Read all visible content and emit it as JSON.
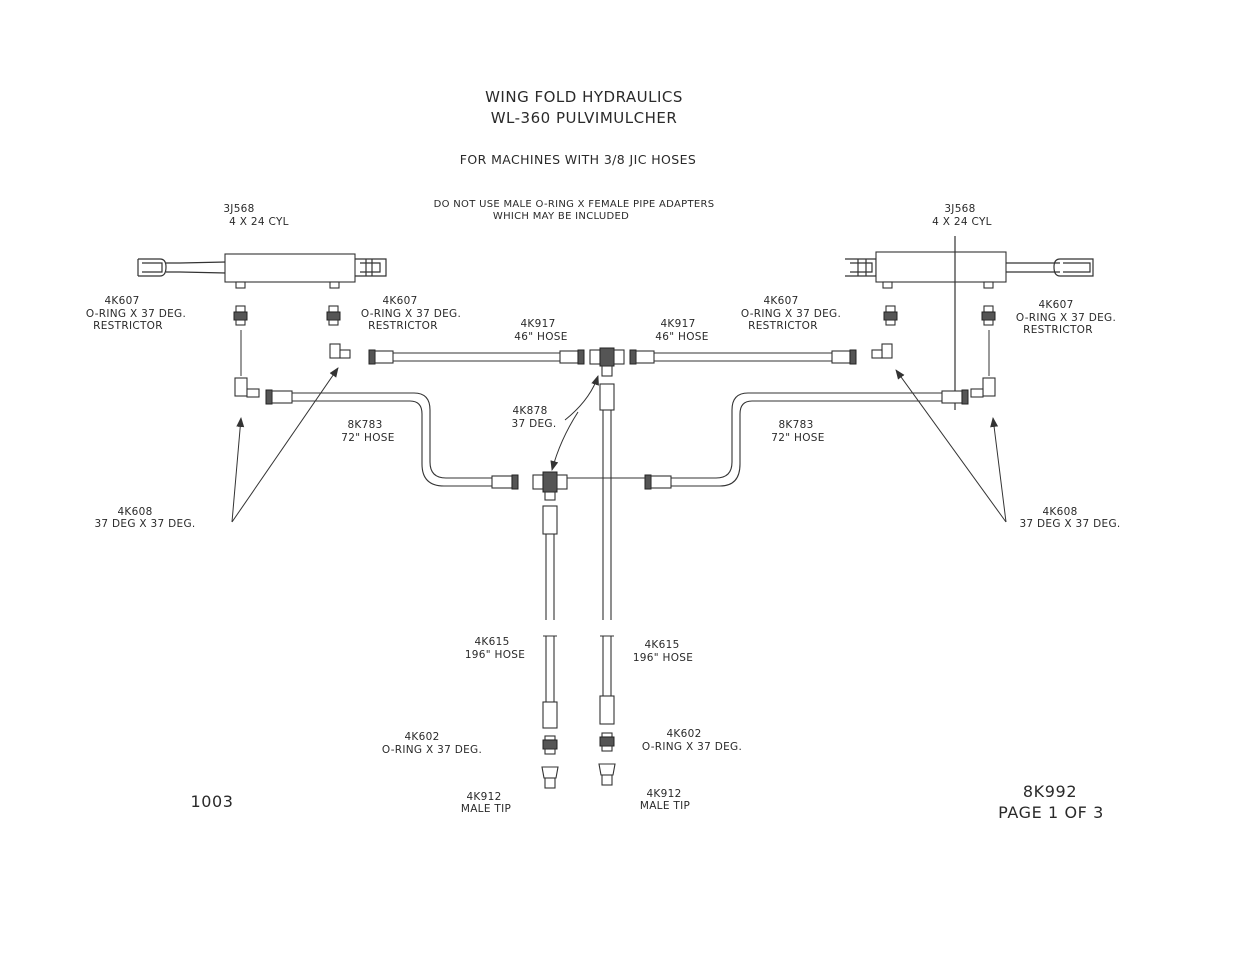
{
  "title": {
    "line1": "WING FOLD HYDRAULICS",
    "line2": "WL-360 PULVIMULCHER",
    "subtitle": "FOR MACHINES WITH 3/8 JIC HOSES"
  },
  "note": {
    "line1": "DO NOT USE MALE O-RING X FEMALE PIPE ADAPTERS",
    "line2": "WHICH MAY BE INCLUDED"
  },
  "labels": {
    "cyl_left": {
      "part": "3J568",
      "desc": "4 X 24 CYL"
    },
    "cyl_right": {
      "part": "3J568",
      "desc": "4 X 24 CYL"
    },
    "restr_ll": {
      "part": "4K607",
      "desc1": "O-RING X 37 DEG.",
      "desc2": "RESTRICTOR"
    },
    "restr_lr": {
      "part": "4K607",
      "desc1": "O-RING X 37 DEG.",
      "desc2": "RESTRICTOR"
    },
    "restr_rl": {
      "part": "4K607",
      "desc1": "O-RING X 37 DEG.",
      "desc2": "RESTRICTOR"
    },
    "restr_rr": {
      "part": "4K607",
      "desc1": "O-RING X 37 DEG.",
      "desc2": "RESTRICTOR"
    },
    "hose46_left": {
      "part": "4K917",
      "desc": "46\" HOSE"
    },
    "hose46_right": {
      "part": "4K917",
      "desc": "46\" HOSE"
    },
    "tee": {
      "part": "4K878",
      "desc": "37 DEG."
    },
    "hose72_left": {
      "part": "8K783",
      "desc": "72\" HOSE"
    },
    "hose72_right": {
      "part": "8K783",
      "desc": "72\" HOSE"
    },
    "elbow_left": {
      "part": "4K608",
      "desc": "37 DEG X 37 DEG."
    },
    "elbow_right": {
      "part": "4K608",
      "desc": "37 DEG X 37 DEG."
    },
    "hose196_left": {
      "part": "4K615",
      "desc": "196\" HOSE"
    },
    "hose196_right": {
      "part": "4K615",
      "desc": "196\" HOSE"
    },
    "adapter_left": {
      "part": "4K602",
      "desc": "O-RING X 37 DEG."
    },
    "adapter_right": {
      "part": "4K602",
      "desc": "O-RING X 37 DEG."
    },
    "tip_left": {
      "part": "4K912",
      "desc": "MALE TIP"
    },
    "tip_right": {
      "part": "4K912",
      "desc": "MALE TIP"
    }
  },
  "footer": {
    "date_code": "1003",
    "drawing_no": "8K992",
    "page": "PAGE 1 OF 3"
  }
}
